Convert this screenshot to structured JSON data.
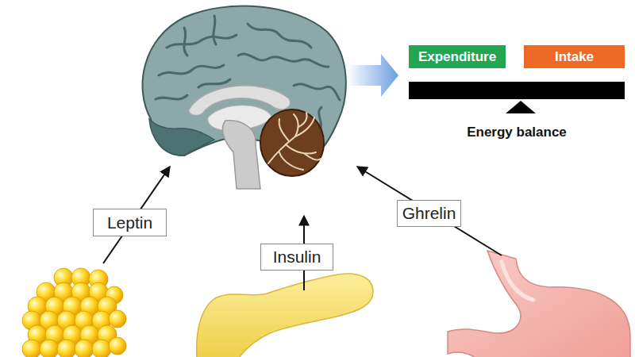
{
  "diagram": {
    "nodes": [
      {
        "text": [
          "Expenditure"
        ]
      },
      {
        "text": [
          "Intake"
        ]
      },
      {
        "text": [
          "Leptin"
        ]
      },
      {
        "text": [
          "Insulin"
        ]
      },
      {
        "text": [
          "Ghrelin"
        ]
      }
    ],
    "labels": [
      "Energy balance"
    ]
  }
}
